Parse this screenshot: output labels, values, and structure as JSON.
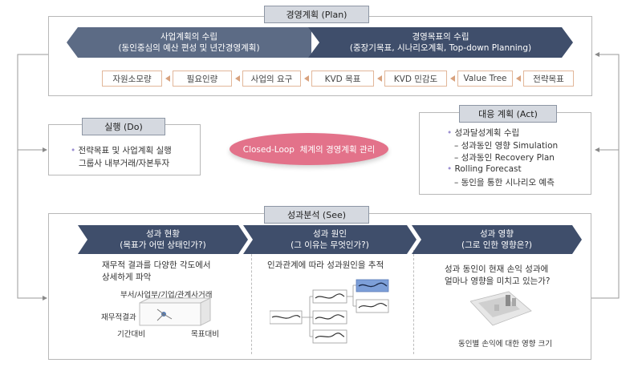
{
  "plan": {
    "title": "경영계획 (Plan)",
    "left_banner": {
      "line1": "사업계획의 수립",
      "line2": "(동인중심의 예산 편성 및 년간경영계획)"
    },
    "right_banner": {
      "line1": "경영목표의 수립",
      "line2": "(중장기목표, 시나리오계획, Top-down Planning)"
    },
    "chain": [
      "자원소모량",
      "필요인량",
      "사업의 요구",
      "KVD 목표",
      "KVD 민감도",
      "Value Tree",
      "전략목표"
    ]
  },
  "do": {
    "title": "실행 (Do)",
    "line1": "전략목표 및 사업계획 실행",
    "line2": "그룹사 내부거래/자본투자"
  },
  "act": {
    "title": "대응 계획 (Act)",
    "item1": "성과달성계획 수립",
    "item1_sub1": "– 성과동인 영향 Simulation",
    "item1_sub2": "– 성과동인 Recovery Plan",
    "item2": "Rolling Forecast",
    "item2_sub1": "– 동인을 통한 시나리오 예측"
  },
  "center": {
    "label": "Closed-Loop  체계의 경영계획 관리"
  },
  "see": {
    "title": "성과분석 (See)",
    "col1": {
      "banner1": "성과 현황",
      "banner2": "(목표가 어떤 상태인가?)",
      "desc1": "재무적 결과를 다양한 각도에서",
      "desc2": "상세하게 파악",
      "cube_top": "부서/사업부/기업/관계사거래",
      "cube_left": "재무적결과",
      "cube_bottom_left": "기간대비",
      "cube_bottom_right": "목표대비"
    },
    "col2": {
      "banner1": "성과 원인",
      "banner2": "(그 이유는 무엇인가?)",
      "desc": "인과관계에 따라 성과원인을 추적"
    },
    "col3": {
      "banner1": "성과 영향",
      "banner2": "(그로 인한 영향은?)",
      "desc1": "성과 동인이 현재 손익 성과에",
      "desc2": "얼마나 영향을 미치고 있는가?",
      "caption": "동인별 손익에 대한 영향 크기"
    }
  },
  "colors": {
    "banner": "#5c6b85",
    "banner_light": "#3f4e6b",
    "chain_border": "#e2b79a",
    "ellipse": "#e3728a",
    "bullet": "#9b8fd1"
  }
}
